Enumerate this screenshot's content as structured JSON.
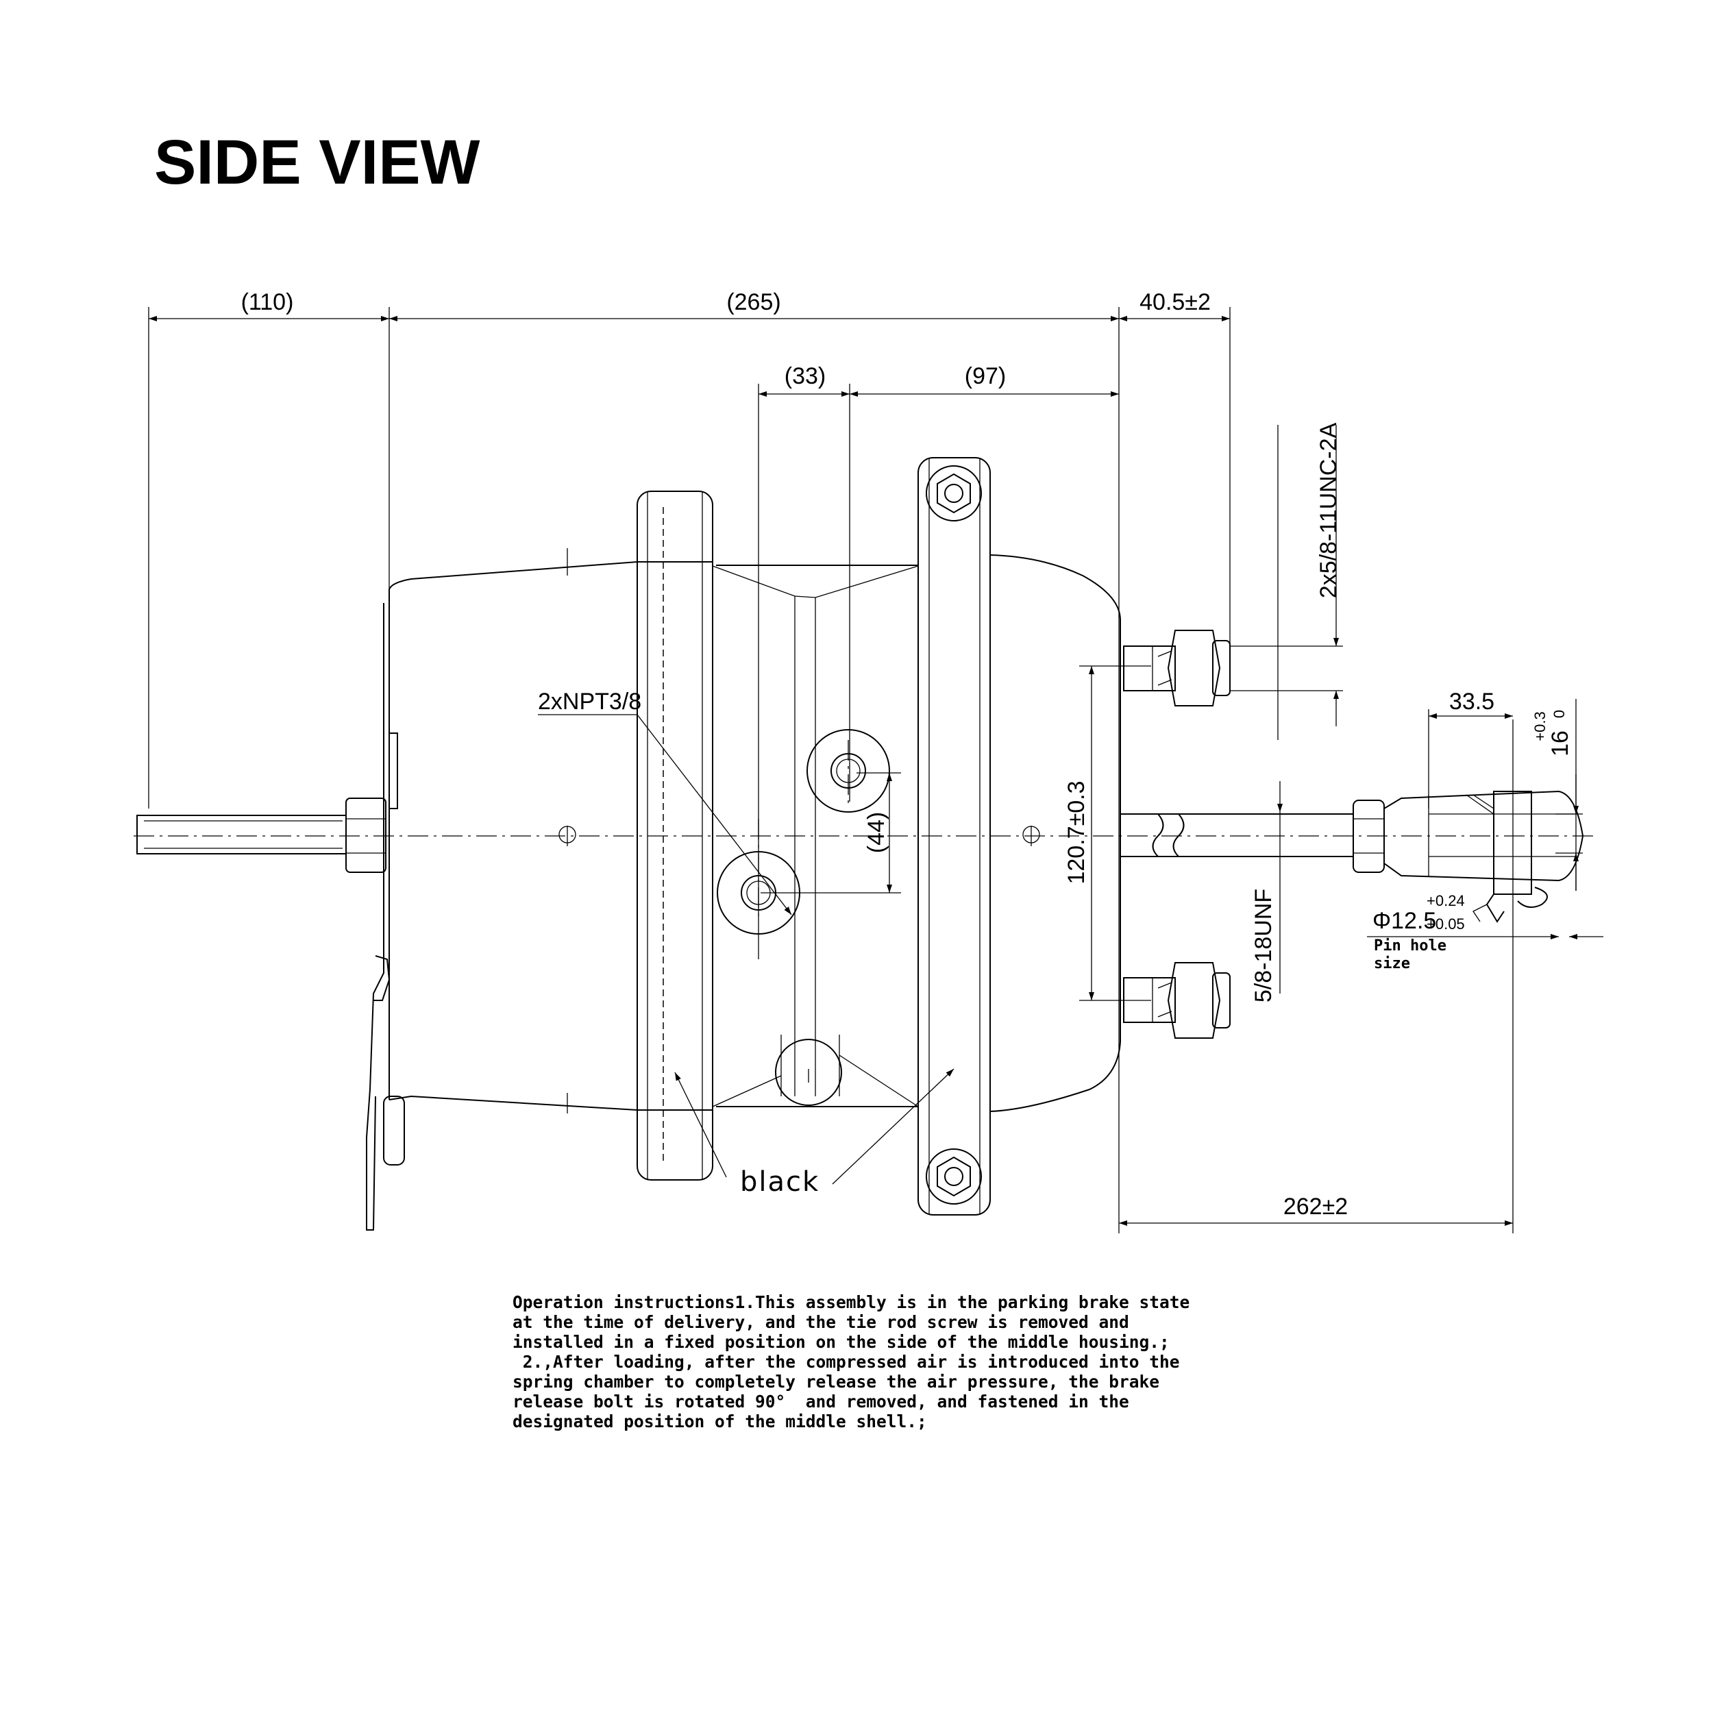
{
  "title": "SIDE VIEW",
  "dimensions": {
    "d110": "(110)",
    "d265": "(265)",
    "d40": "40.5±2",
    "d33": "(33)",
    "d97": "(97)",
    "d44": "(44)",
    "d1207": "120.7±0.3",
    "d262": "262±2",
    "d335": "33.5",
    "d16": "16",
    "d16_tol_plus": "+0.3",
    "d16_tol_minus": "0",
    "d125": "Φ12.5",
    "d125_tol_plus": "+0.24",
    "d125_tol_minus": "+0.05"
  },
  "labels": {
    "npt": "2xNPT3/8",
    "unc": "2x5/8-11UNC-2A",
    "unf": "5/8-18UNF",
    "black": "black",
    "pin_hole_1": "Pin hole",
    "pin_hole_2": "size"
  },
  "instructions": [
    "Operation instructions1.This assembly is in the parking brake state",
    "at the time of delivery, and the tie rod screw is removed and",
    "installed in a fixed position on the side of the middle housing.;",
    " 2.,After loading, after the compressed air is introduced into the",
    "spring chamber to completely release the air pressure, the brake",
    "release bolt is rotated 90°  and removed, and fastened in the",
    "designated position of the middle shell.;"
  ]
}
